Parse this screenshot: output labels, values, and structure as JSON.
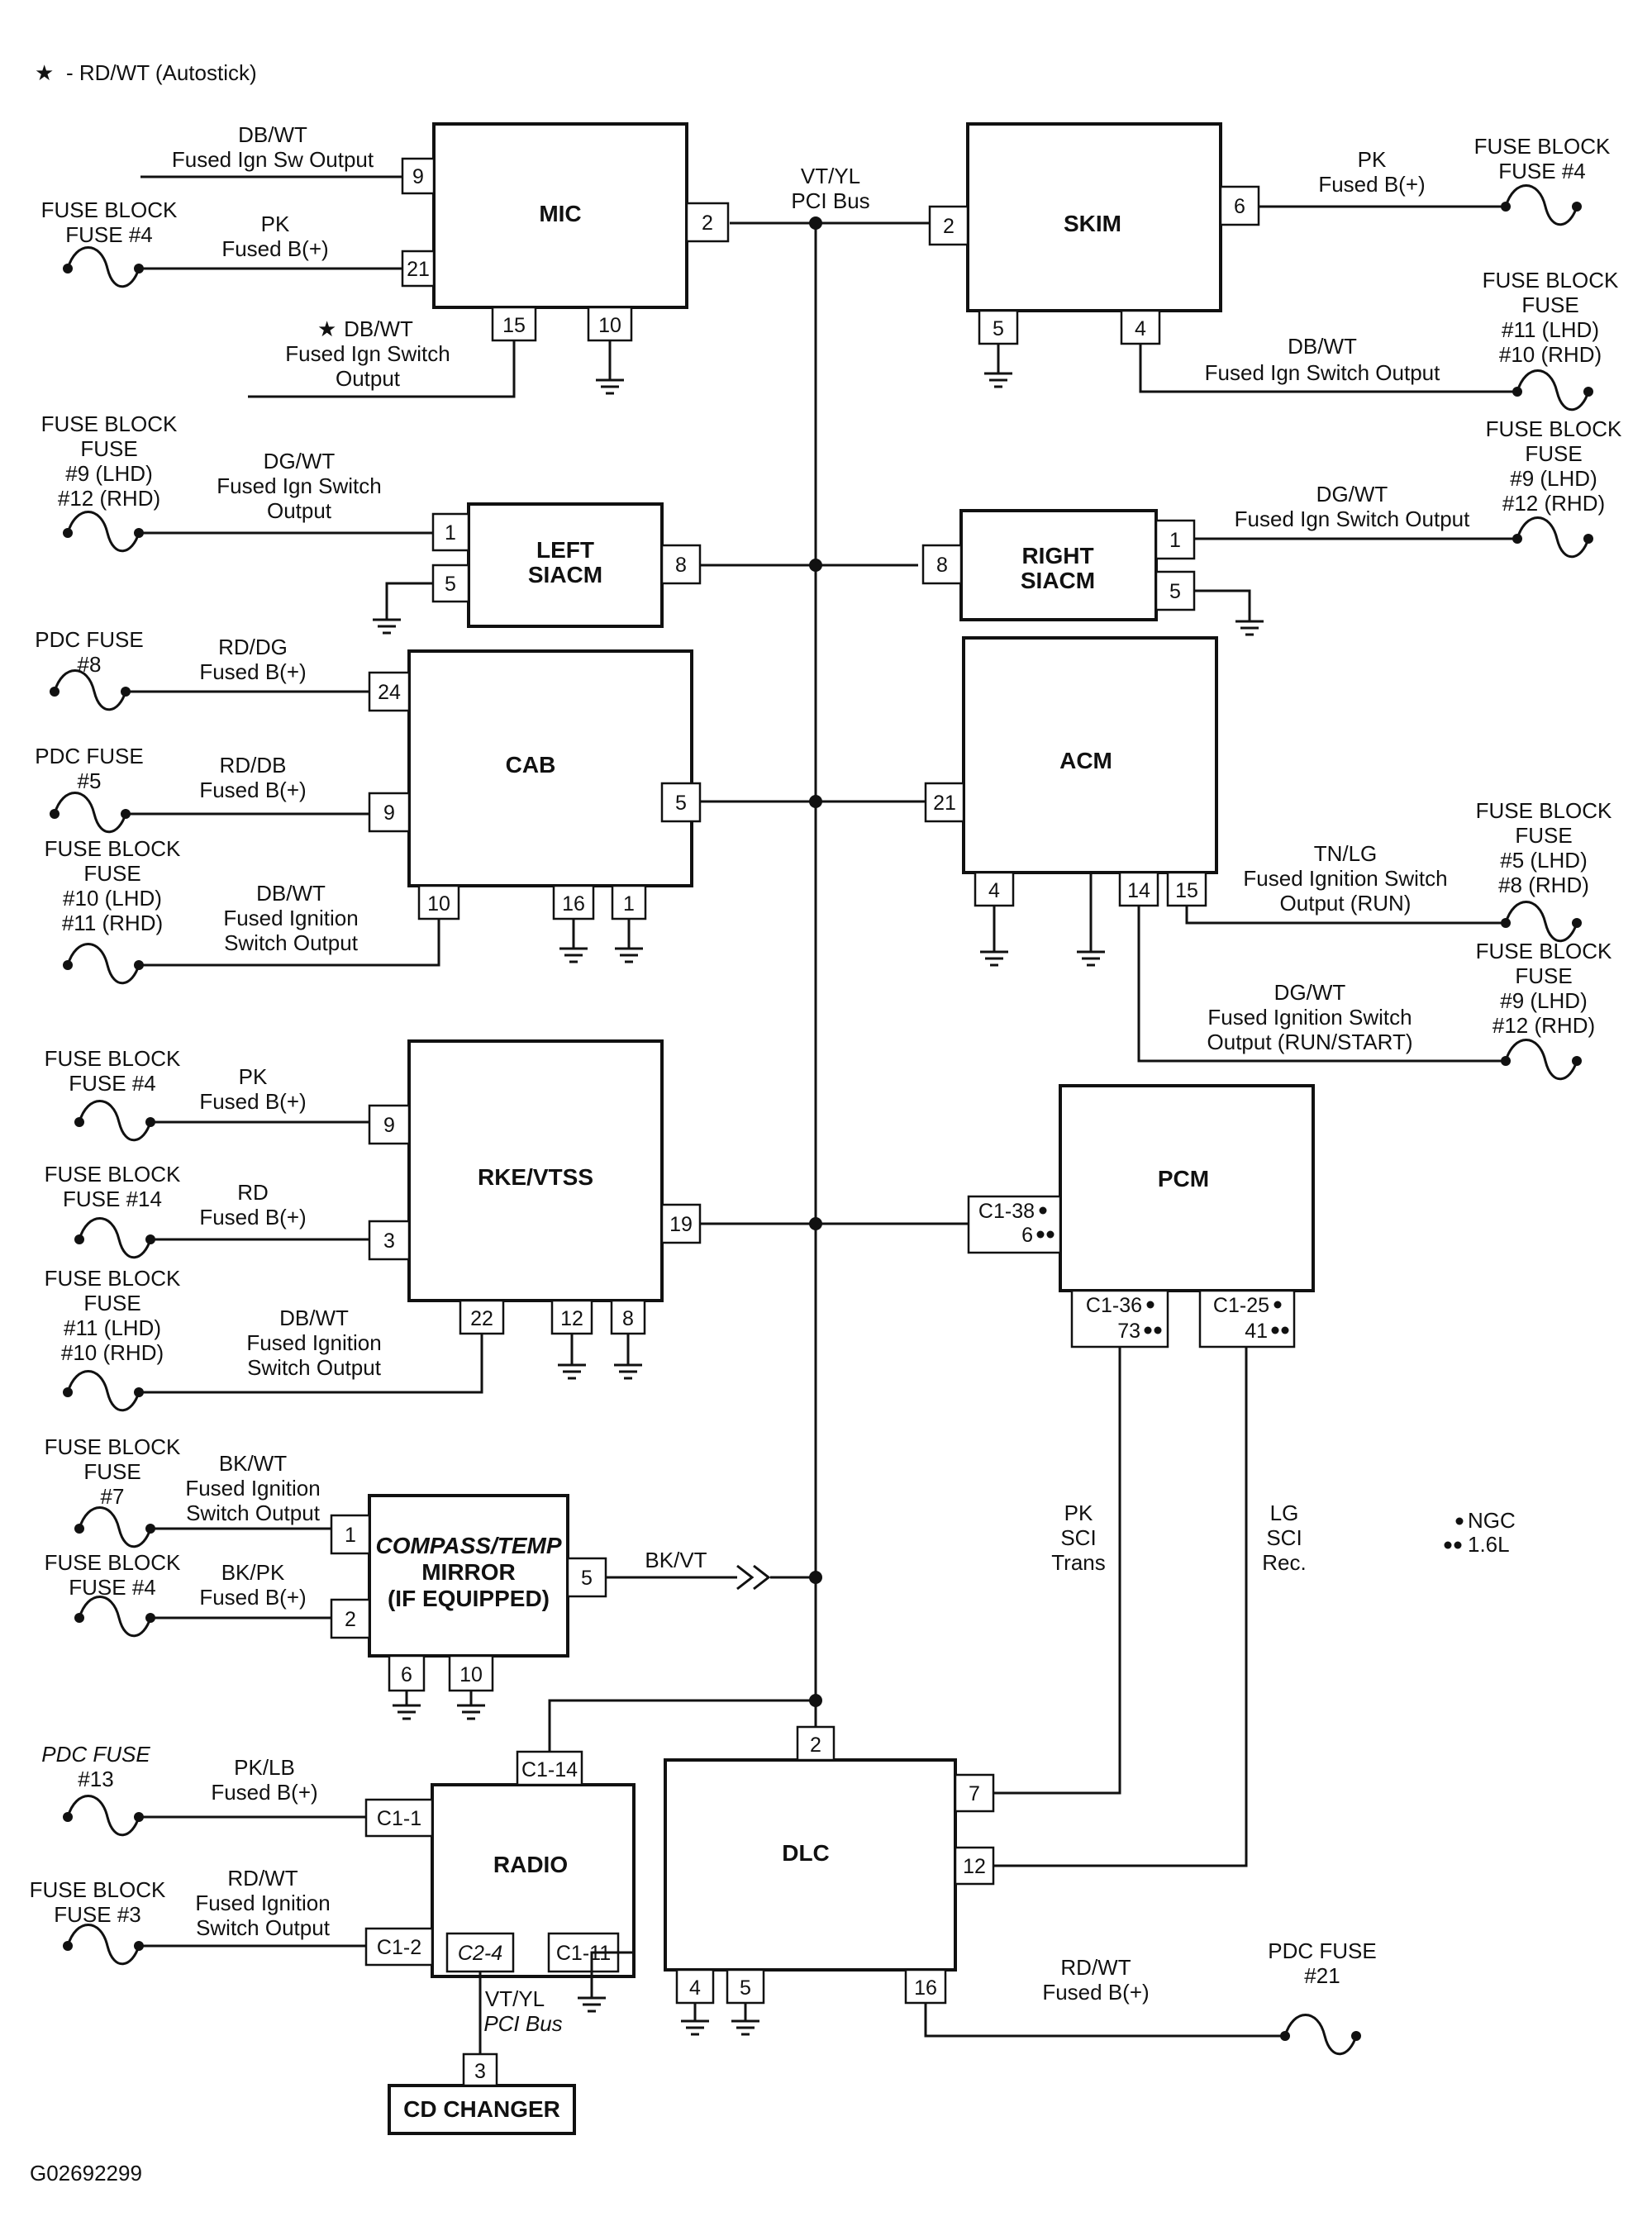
{
  "legend": {
    "star_note": "- RD/WT (Autostick)",
    "ngc": "NGC",
    "l16": "1.6L"
  },
  "figure_id": "G02692299",
  "bus": {
    "wire": "VT/YL",
    "name": "PCI Bus"
  },
  "modules": {
    "mic": "MIC",
    "skim": "SKIM",
    "left_siacm": [
      "LEFT",
      "SIACM"
    ],
    "right_siacm": [
      "RIGHT",
      "SIACM"
    ],
    "cab": "CAB",
    "acm": "ACM",
    "rke": "RKE/VTSS",
    "pcm": "PCM",
    "compass": [
      "COMPASS/TEMP",
      "MIRROR",
      "(IF EQUIPPED)"
    ],
    "radio": "RADIO",
    "dlc": "DLC",
    "cd": "CD CHANGER"
  },
  "fuses": {
    "mic_fb4": [
      "FUSE BLOCK",
      "FUSE #4"
    ],
    "skim_fb4": [
      "FUSE BLOCK",
      "FUSE #4"
    ],
    "skim_fb11": [
      "FUSE BLOCK",
      "FUSE",
      "#11 (LHD)",
      "#10 (RHD)"
    ],
    "lsiacm_fb9": [
      "FUSE BLOCK",
      "FUSE",
      "#9 (LHD)",
      "#12 (RHD)"
    ],
    "rsiacm_fb9": [
      "FUSE BLOCK",
      "FUSE",
      "#9 (LHD)",
      "#12 (RHD)"
    ],
    "cab_pdc8": [
      "PDC FUSE",
      "#8"
    ],
    "cab_pdc5": [
      "PDC FUSE",
      "#5"
    ],
    "cab_fb10": [
      "FUSE BLOCK",
      "FUSE",
      "#10 (LHD)",
      "#11 (RHD)"
    ],
    "acm_fb5": [
      "FUSE BLOCK",
      "FUSE",
      "#5 (LHD)",
      "#8 (RHD)"
    ],
    "acm_fb9": [
      "FUSE BLOCK",
      "FUSE",
      "#9 (LHD)",
      "#12 (RHD)"
    ],
    "rke_fb4": [
      "FUSE BLOCK",
      "FUSE #4"
    ],
    "rke_fb14": [
      "FUSE BLOCK",
      "FUSE #14"
    ],
    "rke_fb11": [
      "FUSE BLOCK",
      "FUSE",
      "#11 (LHD)",
      "#10 (RHD)"
    ],
    "mir_fb7": [
      "FUSE BLOCK",
      "FUSE",
      "#7"
    ],
    "mir_fb4": [
      "FUSE BLOCK",
      "FUSE #4"
    ],
    "rad_pdc13": [
      "PDC FUSE",
      "#13"
    ],
    "rad_fb3": [
      "FUSE BLOCK",
      "FUSE #3"
    ],
    "dlc_pdc21": [
      "PDC FUSE",
      "#21"
    ]
  },
  "wires": {
    "mic_9": [
      "DB/WT",
      "Fused Ign Sw Output"
    ],
    "mic_21": [
      "PK",
      "Fused B(+)"
    ],
    "mic_15": [
      "DB/WT",
      "Fused Ign Switch",
      "Output"
    ],
    "skim_6": [
      "PK",
      "Fused B(+)"
    ],
    "skim_4": [
      "DB/WT",
      "Fused Ign Switch Output"
    ],
    "lsiacm_1": [
      "DG/WT",
      "Fused Ign Switch",
      "Output"
    ],
    "rsiacm_1": [
      "DG/WT",
      "Fused Ign Switch Output"
    ],
    "cab_24": [
      "RD/DG",
      "Fused B(+)"
    ],
    "cab_9": [
      "RD/DB",
      "Fused B(+)"
    ],
    "cab_10": [
      "DB/WT",
      "Fused Ignition",
      "Switch Output"
    ],
    "acm_15": [
      "TN/LG",
      "Fused Ignition Switch",
      "Output (RUN)"
    ],
    "acm_14": [
      "DG/WT",
      "Fused Ignition Switch",
      "Output (RUN/START)"
    ],
    "rke_9": [
      "PK",
      "Fused B(+)"
    ],
    "rke_3": [
      "RD",
      "Fused B(+)"
    ],
    "rke_22": [
      "DB/WT",
      "Fused Ignition",
      "Switch Output"
    ],
    "mir_1": [
      "BK/WT",
      "Fused Ignition",
      "Switch Output"
    ],
    "mir_2": [
      "BK/PK",
      "Fused B(+)"
    ],
    "mir_5": "BK/VT",
    "rad_c11": [
      "PK/LB",
      "Fused B(+)"
    ],
    "rad_c12": [
      "RD/WT",
      "Fused Ignition",
      "Switch Output"
    ],
    "cd": [
      "VT/YL",
      "PCI Bus"
    ],
    "sci_trans": [
      "PK",
      "SCI",
      "Trans"
    ],
    "sci_rec": [
      "LG",
      "SCI",
      "Rec."
    ],
    "dlc_16": [
      "RD/WT",
      "Fused B(+)"
    ]
  },
  "pins": {
    "mic": [
      "9",
      "21",
      "2",
      "15",
      "10"
    ],
    "skim": [
      "2",
      "6",
      "5",
      "4"
    ],
    "left_siacm": [
      "1",
      "5",
      "8"
    ],
    "right_siacm": [
      "8",
      "1",
      "5"
    ],
    "cab": [
      "24",
      "9",
      "5",
      "10",
      "16",
      "1"
    ],
    "acm": [
      "21",
      "4",
      "14",
      "15"
    ],
    "rke": [
      "9",
      "3",
      "19",
      "22",
      "12",
      "8"
    ],
    "pcm": {
      "c138": "C1-38",
      "c138b": "6",
      "c136": "C1-36",
      "c136b": "73",
      "c125": "C1-25",
      "c125b": "41"
    },
    "compass": [
      "1",
      "2",
      "5",
      "6",
      "10"
    ],
    "radio": [
      "C1-14",
      "C1-1",
      "C1-2",
      "C2-4",
      "C1-11"
    ],
    "dlc": [
      "2",
      "7",
      "12",
      "4",
      "5",
      "16"
    ],
    "cd": "3"
  }
}
